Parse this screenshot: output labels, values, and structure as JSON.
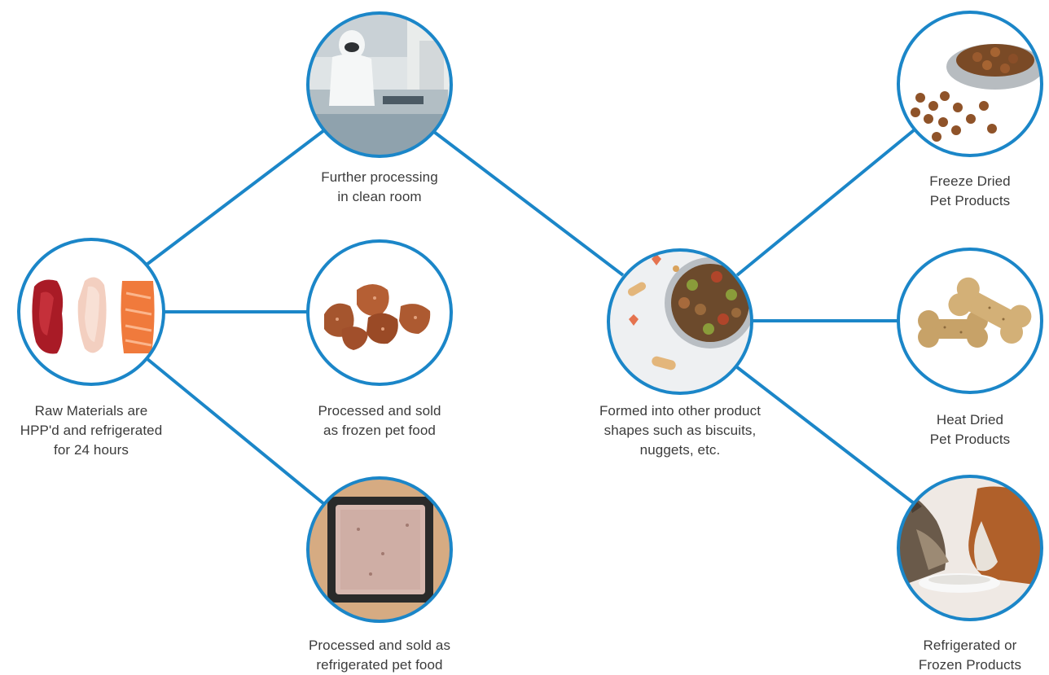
{
  "colors": {
    "accent": "#1b86c8",
    "text": "#3b3b3b"
  },
  "nodes": {
    "raw": {
      "image": "raw-meat-chicken-salmon",
      "label": [
        "Raw Materials are",
        "HPP'd and refrigerated",
        "for 24 hours"
      ]
    },
    "clean_room": {
      "image": "clean-room-worker",
      "label": [
        "Further processing",
        "in clean room"
      ]
    },
    "frozen": {
      "image": "frozen-pet-food-pieces",
      "label": [
        "Processed and sold",
        "as frozen pet food"
      ]
    },
    "refrigerated": {
      "image": "refrigerated-pet-food-tray",
      "label": [
        "Processed and sold as",
        "refrigerated pet food"
      ]
    },
    "formed": {
      "image": "kibble-bowl-with-biscuits",
      "label": [
        "Formed into other product",
        "shapes such as biscuits,",
        "nuggets, etc."
      ]
    },
    "freeze_dried": {
      "image": "kibble-steel-bowl",
      "label": [
        "Freeze Dried",
        "Pet Products"
      ]
    },
    "heat_dried": {
      "image": "bone-shaped-biscuits",
      "label": [
        "Heat Dried",
        "Pet Products"
      ]
    },
    "ref_frozen": {
      "image": "cat-and-dog-eating",
      "label": [
        "Refrigerated or",
        "Frozen Products"
      ]
    }
  }
}
